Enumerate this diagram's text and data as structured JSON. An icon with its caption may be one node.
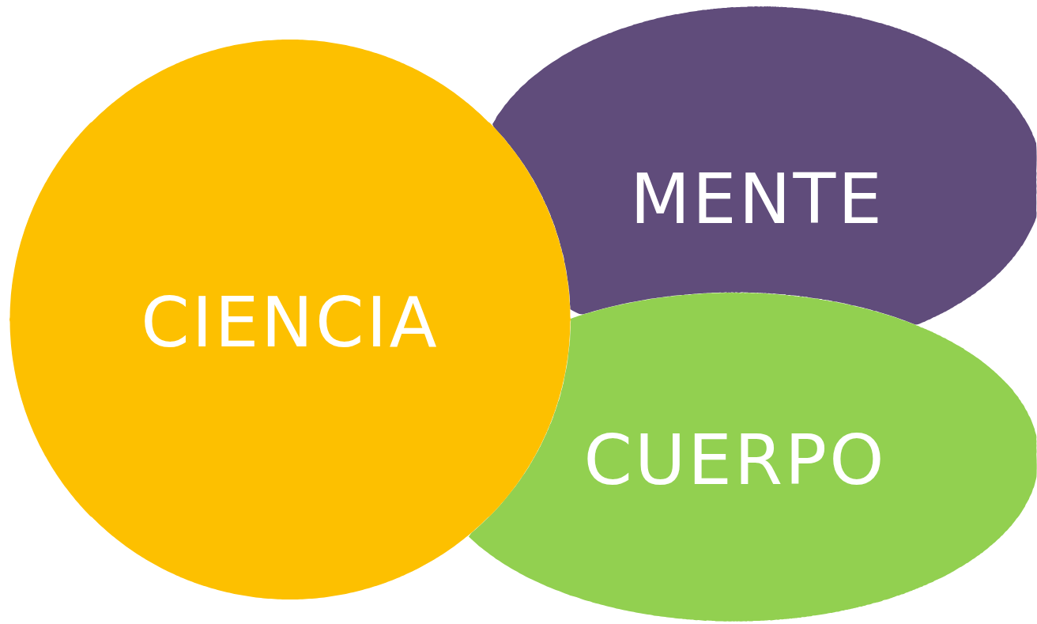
{
  "diagram": {
    "nodes": [
      {
        "text": [
          "CIENCIA"
        ]
      },
      {
        "text": [
          "MENTE"
        ]
      },
      {
        "text": [
          "CUERPO"
        ]
      }
    ]
  }
}
